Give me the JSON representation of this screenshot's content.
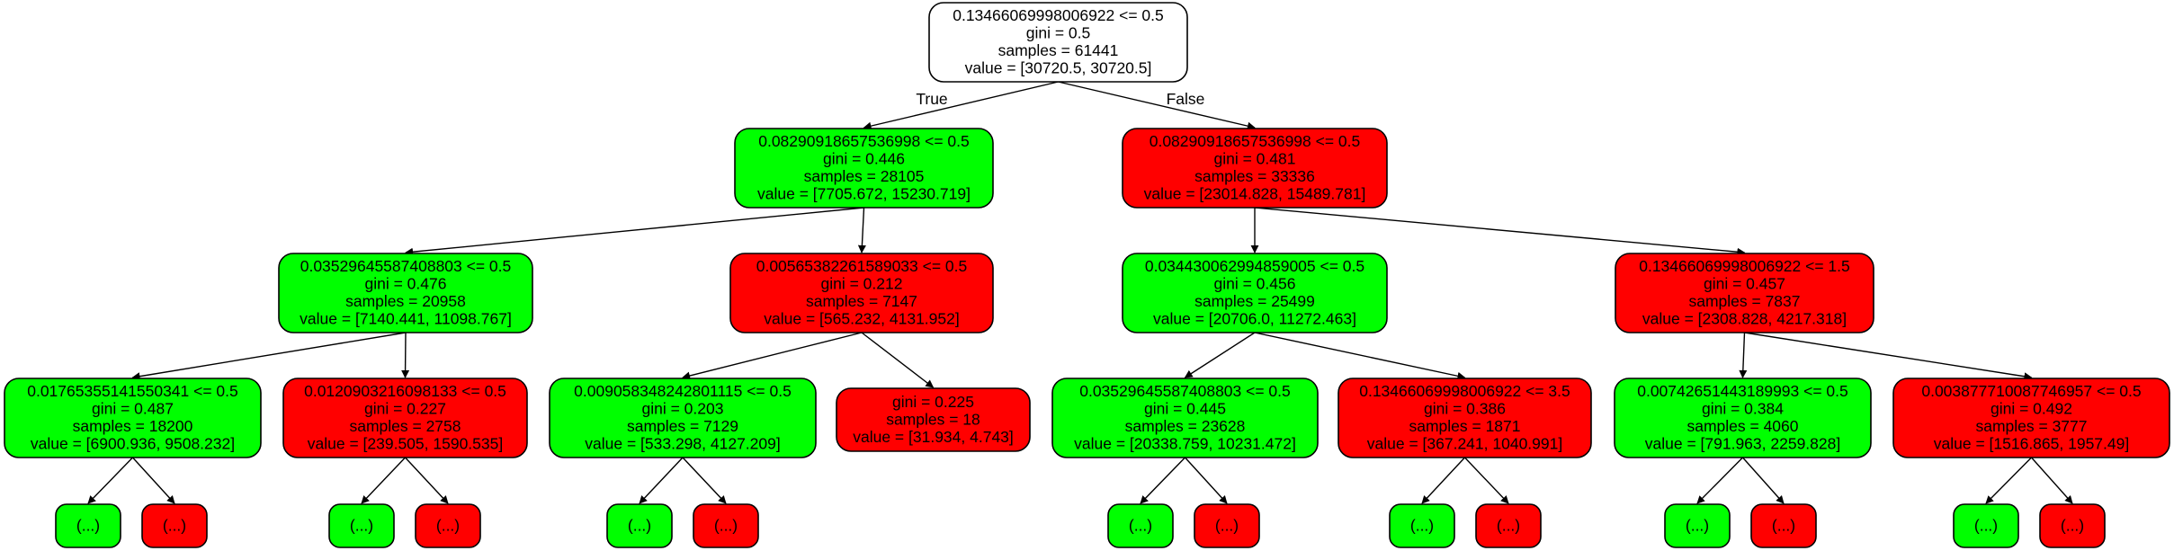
{
  "colors": {
    "true_class": "#00ff00",
    "false_class": "#ff0000",
    "neutral": "#ffffff",
    "stroke": "#000000"
  },
  "edge_labels": {
    "left": "True",
    "right": "False"
  },
  "nodes": [
    {
      "id": "root",
      "lines": [
        "0.13466069998006922 <= 0.5",
        "gini = 0.5",
        "samples = 61441",
        "value = [30720.5, 30720.5]"
      ],
      "color": "neutral"
    },
    {
      "id": "n1",
      "lines": [
        "0.08290918657536998 <= 0.5",
        "gini = 0.446",
        "samples = 28105",
        "value = [7705.672, 15230.719]"
      ],
      "color": "true_class"
    },
    {
      "id": "n2",
      "lines": [
        "0.08290918657536998 <= 0.5",
        "gini = 0.481",
        "samples = 33336",
        "value = [23014.828, 15489.781]"
      ],
      "color": "false_class"
    },
    {
      "id": "n3",
      "lines": [
        "0.03529645587408803 <= 0.5",
        "gini = 0.476",
        "samples = 20958",
        "value = [7140.441, 11098.767]"
      ],
      "color": "true_class"
    },
    {
      "id": "n4",
      "lines": [
        "0.00565382261589033 <= 0.5",
        "gini = 0.212",
        "samples = 7147",
        "value = [565.232, 4131.952]"
      ],
      "color": "false_class"
    },
    {
      "id": "n5",
      "lines": [
        "0.034430062994859005 <= 0.5",
        "gini = 0.456",
        "samples = 25499",
        "value = [20706.0, 11272.463]"
      ],
      "color": "true_class"
    },
    {
      "id": "n6",
      "lines": [
        "0.13466069998006922 <= 1.5",
        "gini = 0.457",
        "samples = 7837",
        "value = [2308.828, 4217.318]"
      ],
      "color": "false_class"
    },
    {
      "id": "n7",
      "lines": [
        "0.01765355141550341 <= 0.5",
        "gini = 0.487",
        "samples = 18200",
        "value = [6900.936, 9508.232]"
      ],
      "color": "true_class"
    },
    {
      "id": "n8",
      "lines": [
        "0.0120903216098133 <= 0.5",
        "gini = 0.227",
        "samples = 2758",
        "value = [239.505, 1590.535]"
      ],
      "color": "false_class"
    },
    {
      "id": "n9",
      "lines": [
        "0.009058348242801115 <= 0.5",
        "gini = 0.203",
        "samples = 7129",
        "value = [533.298, 4127.209]"
      ],
      "color": "true_class"
    },
    {
      "id": "n10",
      "lines": [
        "gini = 0.225",
        "samples = 18",
        "value = [31.934, 4.743]"
      ],
      "color": "false_class"
    },
    {
      "id": "n11",
      "lines": [
        "0.03529645587408803 <= 0.5",
        "gini = 0.445",
        "samples = 23628",
        "value = [20338.759, 10231.472]"
      ],
      "color": "true_class"
    },
    {
      "id": "n12",
      "lines": [
        "0.13466069998006922 <= 3.5",
        "gini = 0.386",
        "samples = 1871",
        "value = [367.241, 1040.991]"
      ],
      "color": "false_class"
    },
    {
      "id": "n13",
      "lines": [
        "0.00742651443189993 <= 0.5",
        "gini = 0.384",
        "samples = 4060",
        "value = [791.963, 2259.828]"
      ],
      "color": "true_class"
    },
    {
      "id": "n14",
      "lines": [
        "0.003877710087746957 <= 0.5",
        "gini = 0.492",
        "samples = 3777",
        "value = [1516.865, 1957.49]"
      ],
      "color": "false_class"
    },
    {
      "id": "l1",
      "lines": [
        "(...)"
      ],
      "color": "true_class"
    },
    {
      "id": "l2",
      "lines": [
        "(...)"
      ],
      "color": "false_class"
    },
    {
      "id": "l3",
      "lines": [
        "(...)"
      ],
      "color": "true_class"
    },
    {
      "id": "l4",
      "lines": [
        "(...)"
      ],
      "color": "false_class"
    },
    {
      "id": "l5",
      "lines": [
        "(...)"
      ],
      "color": "true_class"
    },
    {
      "id": "l6",
      "lines": [
        "(...)"
      ],
      "color": "false_class"
    },
    {
      "id": "l7",
      "lines": [
        "(...)"
      ],
      "color": "true_class"
    },
    {
      "id": "l8",
      "lines": [
        "(...)"
      ],
      "color": "false_class"
    },
    {
      "id": "l9",
      "lines": [
        "(...)"
      ],
      "color": "true_class"
    },
    {
      "id": "l10",
      "lines": [
        "(...)"
      ],
      "color": "false_class"
    },
    {
      "id": "l11",
      "lines": [
        "(...)"
      ],
      "color": "true_class"
    },
    {
      "id": "l12",
      "lines": [
        "(...)"
      ],
      "color": "false_class"
    },
    {
      "id": "l13",
      "lines": [
        "(...)"
      ],
      "color": "true_class"
    },
    {
      "id": "l14",
      "lines": [
        "(...)"
      ],
      "color": "false_class"
    }
  ],
  "edges": [
    {
      "from": "root",
      "to": "n1",
      "label": "left"
    },
    {
      "from": "root",
      "to": "n2",
      "label": "right"
    },
    {
      "from": "n1",
      "to": "n3"
    },
    {
      "from": "n1",
      "to": "n4"
    },
    {
      "from": "n2",
      "to": "n5"
    },
    {
      "from": "n2",
      "to": "n6"
    },
    {
      "from": "n3",
      "to": "n7"
    },
    {
      "from": "n3",
      "to": "n8"
    },
    {
      "from": "n4",
      "to": "n9"
    },
    {
      "from": "n4",
      "to": "n10"
    },
    {
      "from": "n5",
      "to": "n11"
    },
    {
      "from": "n5",
      "to": "n12"
    },
    {
      "from": "n6",
      "to": "n13"
    },
    {
      "from": "n6",
      "to": "n14"
    },
    {
      "from": "n7",
      "to": "l1"
    },
    {
      "from": "n7",
      "to": "l2"
    },
    {
      "from": "n8",
      "to": "l3"
    },
    {
      "from": "n8",
      "to": "l4"
    },
    {
      "from": "n9",
      "to": "l5"
    },
    {
      "from": "n9",
      "to": "l6"
    },
    {
      "from": "n11",
      "to": "l7"
    },
    {
      "from": "n11",
      "to": "l8"
    },
    {
      "from": "n12",
      "to": "l9"
    },
    {
      "from": "n12",
      "to": "l10"
    },
    {
      "from": "n13",
      "to": "l11"
    },
    {
      "from": "n13",
      "to": "l12"
    },
    {
      "from": "n14",
      "to": "l13"
    },
    {
      "from": "n14",
      "to": "l14"
    }
  ]
}
